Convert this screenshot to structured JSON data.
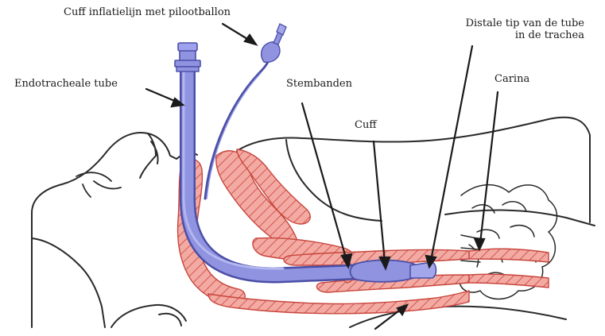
{
  "labels": {
    "cuff_line": "Cuff inflatielijn met pilootballon",
    "tube": "Endotracheale tube",
    "vocal_cords": "Stembanden",
    "cuff": "Cuff",
    "distal_tip_line1": "Distale tip van de tube",
    "distal_tip_line2": "in de trachea",
    "carina": "Carina"
  },
  "colors": {
    "tube": "#8f93e0",
    "tube_outline": "#4b4fa6",
    "tissue_fill": "#f3aaa3",
    "tissue_hatch": "#c8453c",
    "line": "#2a2a2a"
  }
}
